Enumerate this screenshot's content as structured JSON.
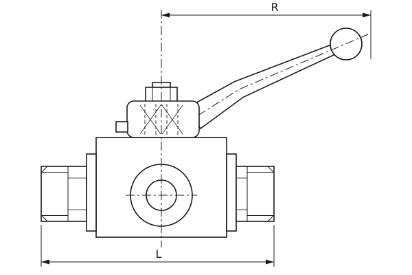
{
  "drawing": {
    "type": "technical-diagram",
    "subject": "ball valve with lever handle, side elevation",
    "dimensions": {
      "top_label": "R",
      "bottom_label": "L"
    }
  },
  "colors": {
    "line": "#1a1a1a",
    "background": "#ffffff"
  }
}
